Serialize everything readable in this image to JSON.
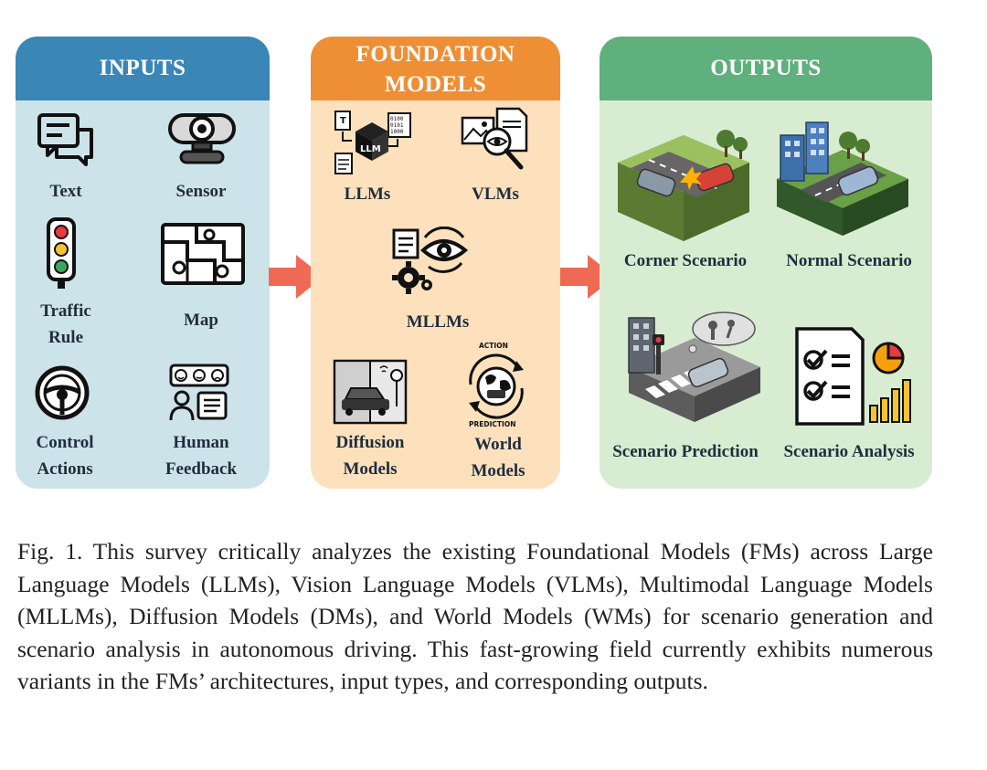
{
  "inputs": {
    "title": "INPUTS",
    "items": [
      "Text",
      "Sensor",
      "Traffic Rule",
      "Map",
      "Control Actions",
      "Human Feedback"
    ]
  },
  "foundation": {
    "title_line1": "FOUNDATION",
    "title_line2": "MODELS",
    "items": [
      "LLMs",
      "VLMs",
      "MLLMs",
      "Diffusion Models",
      "World Models"
    ],
    "icon_texts": {
      "llm": "LLM",
      "binary": "0100 0101 1000",
      "action": "ACTION",
      "prediction": "PREDICTION"
    }
  },
  "outputs": {
    "title": "OUTPUTS",
    "items": [
      "Corner Scenario",
      "Normal Scenario",
      "Scenario Prediction",
      "Scenario Analysis"
    ]
  },
  "caption": "Fig. 1.  This survey critically analyzes the existing Foundational Models (FMs) across Large Language Models (LLMs), Vision Language Models (VLMs), Multimodal Language Models (MLLMs), Diffusion Models (DMs), and World Models (WMs) for scenario generation and scenario analysis in autonomous driving. This fast-growing field currently exhibits numerous variants in the FMs’ architectures, input types, and corresponding outputs.",
  "colors": {
    "inputs_header": "#3a86b7",
    "inputs_body": "#cde3ea",
    "fm_header": "#ee8f35",
    "fm_body": "#fde1bd",
    "outputs_header": "#5fb07c",
    "outputs_body": "#d8ecd1",
    "arrow": "#ee6a55"
  }
}
